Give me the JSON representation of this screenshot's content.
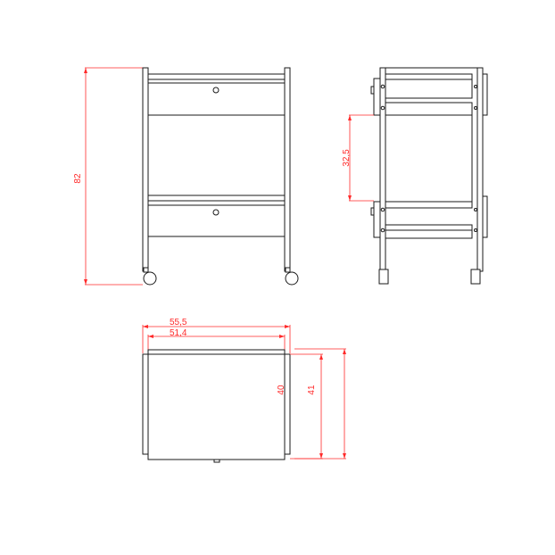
{
  "drawing": {
    "front_view": {
      "height_label": "82"
    },
    "side_view": {
      "shelf_gap_label": "32,5"
    },
    "top_view": {
      "outer_width_label": "55,5",
      "inner_width_label": "51,4",
      "inner_depth_label": "40",
      "outer_depth_label": "41"
    },
    "colors": {
      "dimension": "#ff2a2a",
      "outline": "#1a1a1a"
    }
  }
}
